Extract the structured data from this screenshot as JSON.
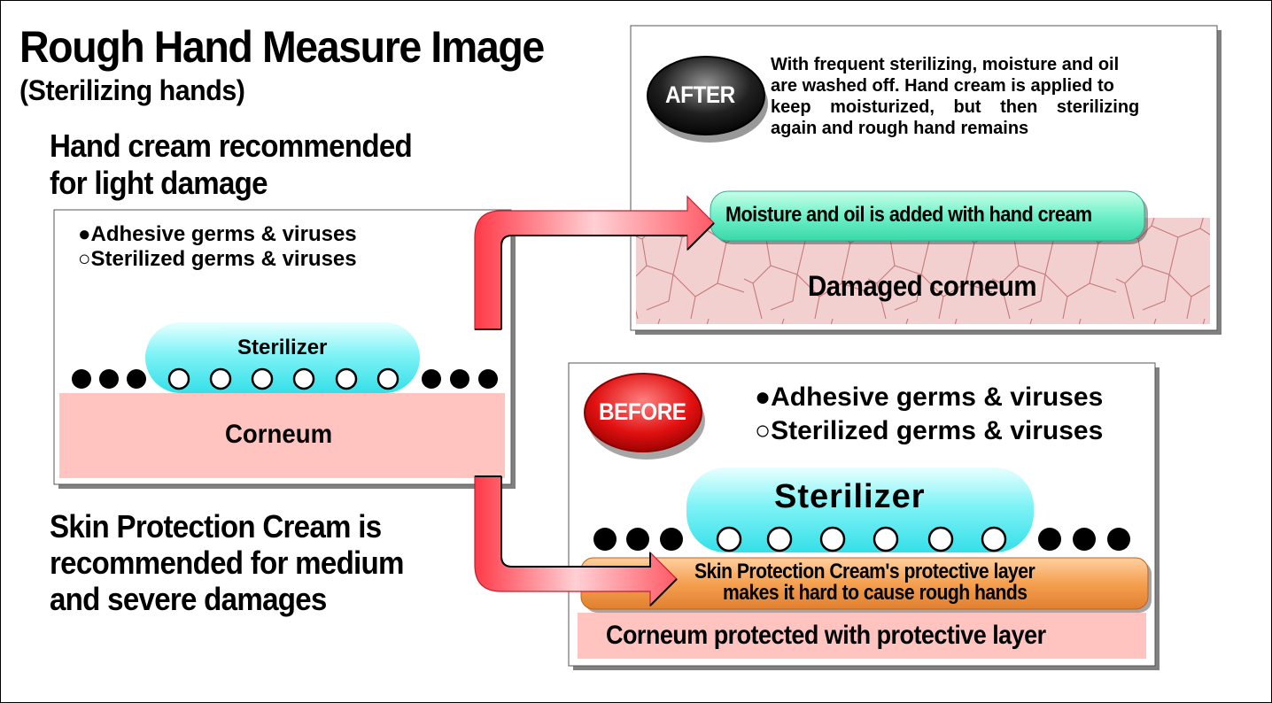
{
  "heading": {
    "title": "Rough Hand Measure Image",
    "subtitle": "(Sterilizing hands)"
  },
  "left": {
    "light_note_line1": "Hand cream recommended",
    "light_note_line2": "for light damage",
    "panel": {
      "legend_adhesive": "Adhesive germs & viruses",
      "legend_sterilized": "Sterilized germs & viruses",
      "sterilizer": "Sterilizer",
      "corneum": "Corneum"
    },
    "medium_note_line1": "Skin Protection Cream is",
    "medium_note_line2": "recommended for medium",
    "medium_note_line3": "and severe damages"
  },
  "after": {
    "badge": "AFTER",
    "desc_line1": "With frequent sterilizing, moisture and oil",
    "desc_line2": "are washed off.  Hand cream is applied to",
    "desc_line3": "keep moisturized, but then sterilizing",
    "desc_line4": "again and rough hand remains",
    "cream_layer": "Moisture and oil is added with hand cream",
    "damaged_layer": "Damaged corneum"
  },
  "before": {
    "badge": "BEFORE",
    "legend_adhesive": "Adhesive germs & viruses",
    "legend_sterilized": "Sterilized germs & viruses",
    "sterilizer": "Sterilizer",
    "protect_line1": "Skin Protection Cream's protective layer",
    "protect_line2": "makes it hard to cause rough hands",
    "corneum": "Corneum protected with protective layer"
  },
  "colors": {
    "corneum_pink": "#ffc4c0",
    "sterilizer_cyan": "#6ff0f5",
    "cream_mint": "#6ff0c8",
    "protect_orange": "#f5a050",
    "arrow_red": "#ff5a66",
    "badge_red": "#e01010",
    "badge_black": "#101010"
  }
}
